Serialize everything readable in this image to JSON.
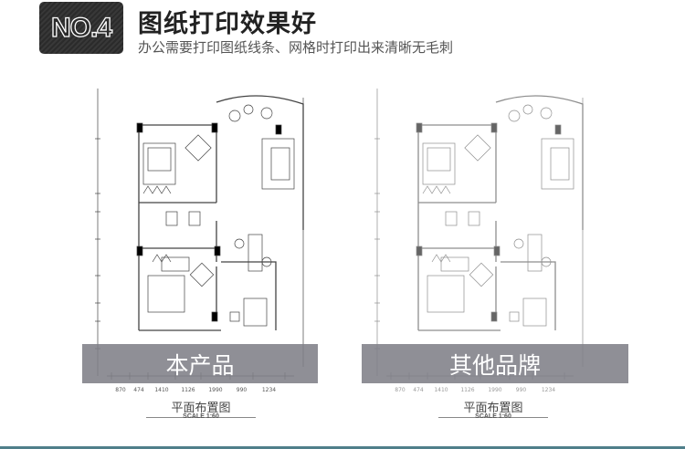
{
  "header": {
    "badge": "NO.4",
    "title": "图纸打印效果好",
    "subtitle": "办公需要打印图纸线条、网格时打印出来清晰无毛刺"
  },
  "comparison": [
    {
      "label": "本产品",
      "caption": "平面布置图",
      "scale": "SCALE 1:60",
      "dims": [
        "870",
        "474",
        "1410",
        "1126",
        "1990",
        "990",
        "1234"
      ]
    },
    {
      "label": "其他品牌",
      "caption": "平面布置图",
      "scale": "SCALE 1:60",
      "dims": [
        "870",
        "474",
        "1410",
        "1126",
        "1990",
        "990",
        "1234"
      ]
    }
  ],
  "colors": {
    "band": "#808087",
    "badge": "#2b2b2b",
    "bottom_line": "#4f7f8a"
  }
}
